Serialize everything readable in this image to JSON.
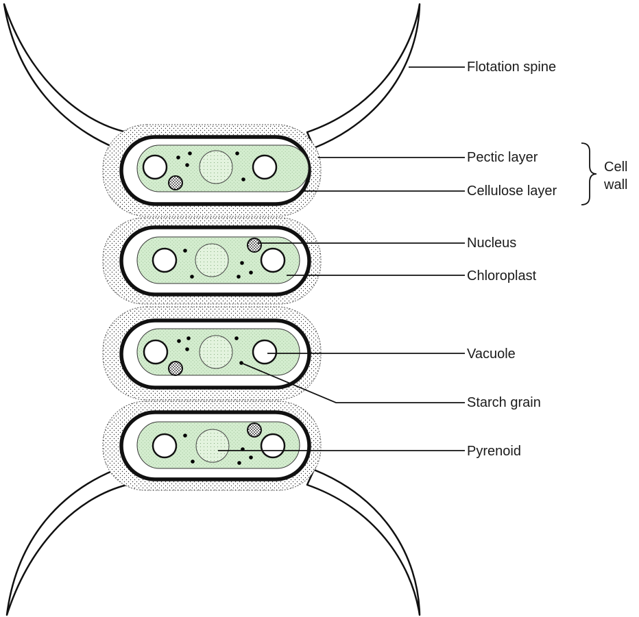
{
  "labels": {
    "flotation_spine": "Flotation spine",
    "pectic_layer": "Pectic layer",
    "cellulose_layer": "Cellulose layer",
    "cell_wall_line1": "Cell",
    "cell_wall_line2": "wall",
    "nucleus": "Nucleus",
    "chloroplast": "Chloroplast",
    "vacuole": "Vacuole",
    "starch_grain": "Starch grain",
    "pyrenoid": "Pyrenoid"
  },
  "colors": {
    "chloroplast_fill": "#d4edcf",
    "outline": "#111111",
    "background": "#ffffff"
  }
}
